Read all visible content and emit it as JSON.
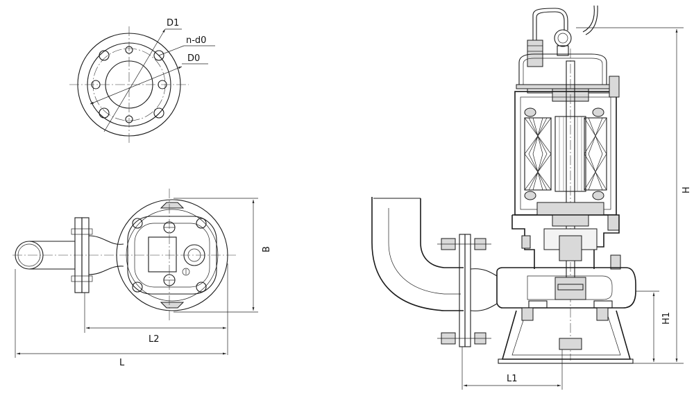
{
  "labels": {
    "d1": "D1",
    "nd0": "n-d0",
    "d0": "D0",
    "b": "B",
    "l2": "L2",
    "l": "L",
    "h": "H",
    "h1": "H1",
    "l1": "L1"
  }
}
